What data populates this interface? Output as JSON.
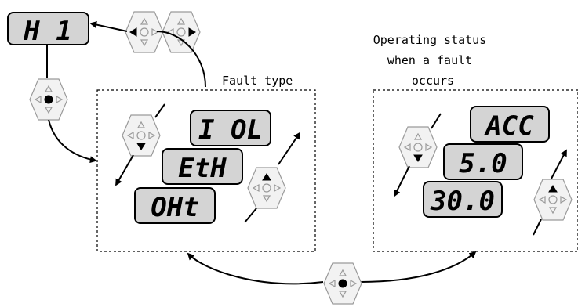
{
  "top_display": "H   1",
  "labels": {
    "fault_type": "Fault type",
    "operating_status_line1": "Operating status",
    "operating_status_line2": "when a fault",
    "operating_status_line3": "occurs"
  },
  "fault_type_displays": [
    "I OL",
    "EtH",
    "OHt"
  ],
  "status_displays": [
    "ACC",
    "5.0",
    "30.0"
  ],
  "colors": {
    "display_fill": "#d4d4d4",
    "key_gray": "#9a9a9a",
    "ink": "#000000"
  }
}
